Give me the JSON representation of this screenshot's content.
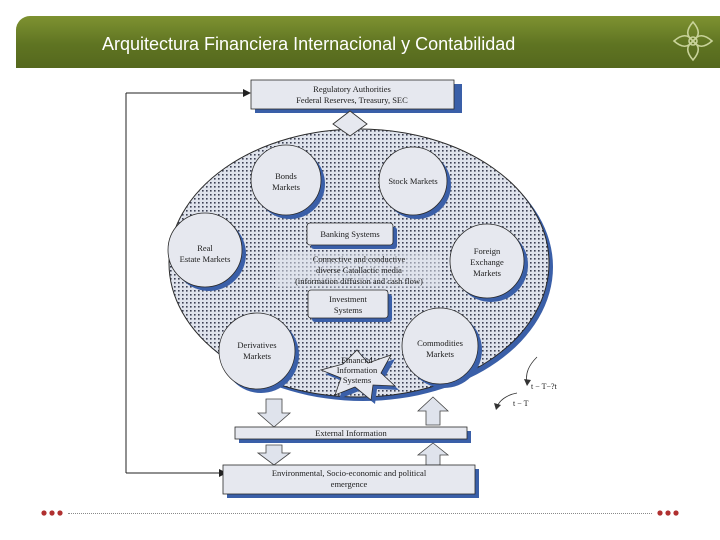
{
  "slide": {
    "title": "Arquitectura Financiera Internacional y Contabilidad"
  },
  "colors": {
    "title_bar": "#5f7422",
    "box_shadow": "#3a5fa8",
    "box_fill": "#e6e8ef",
    "ellipse_fill": "#d9dee8"
  },
  "diagram": {
    "regulatory": {
      "line1": "Regulatory Authorities",
      "line2": "Federal Reserves, Treasury, SEC"
    },
    "bonds": {
      "line1": "Bonds",
      "line2": "Markets"
    },
    "stock": {
      "line1": "Stock Markets"
    },
    "banking": {
      "line1": "Banking Systems"
    },
    "real_estate": {
      "line1": "Real",
      "line2": "Estate Markets"
    },
    "foreign_exchange": {
      "line1": "Foreign",
      "line2": "Exchange",
      "line3": "Markets"
    },
    "connective": {
      "line1": "Connective and conductive",
      "line2": "diverse Catallactic media",
      "line3": "(information diffusion and cash flow)"
    },
    "investment": {
      "line1": "Investment",
      "line2": "Systems"
    },
    "derivatives": {
      "line1": "Derivatives",
      "line2": "Markets"
    },
    "commodities": {
      "line1": "Commodities",
      "line2": "Markets"
    },
    "financial_info": {
      "line1": "Financial",
      "line2": "Information",
      "line3": "Systems"
    },
    "time_label_upper": "t − T−?t",
    "time_label_lower": "t − T",
    "external_information": "External Information",
    "environmental": {
      "line1": "Environmental, Socio-economic and political",
      "line2": "emergence"
    }
  }
}
